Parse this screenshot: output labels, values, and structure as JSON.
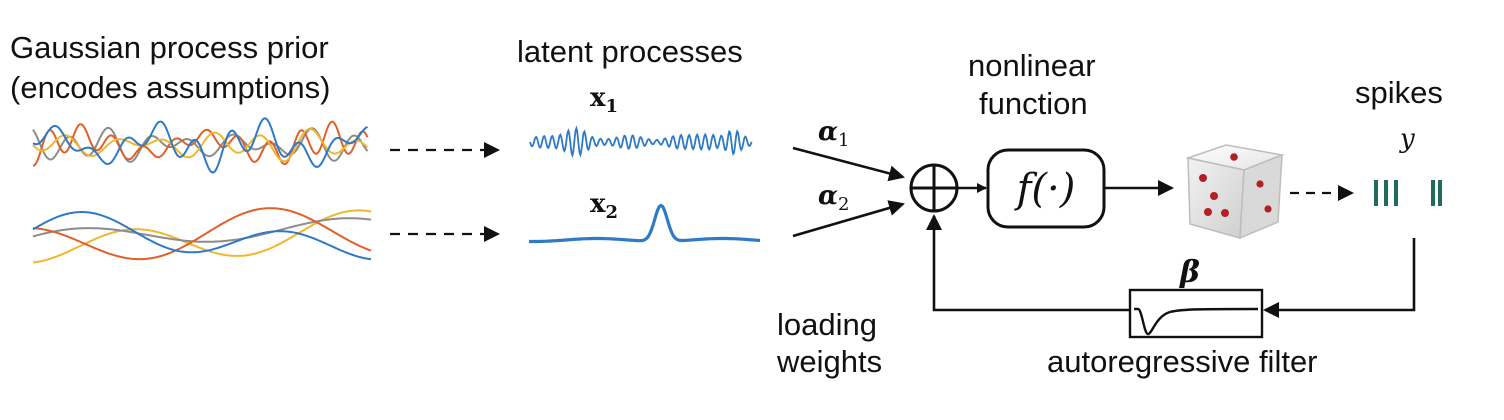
{
  "labels": {
    "gp_prior_line1": "Gaussian process prior",
    "gp_prior_line2": "(encodes assumptions)",
    "latent_title": "latent processes",
    "x1_base": "x",
    "x1_sub": "1",
    "x2_base": "x",
    "x2_sub": "2",
    "alpha1_base": "α",
    "alpha1_sub": "1",
    "alpha2_base": "α",
    "alpha2_sub": "2",
    "nonlinear_line1": "nonlinear",
    "nonlinear_line2": "function",
    "f_symbol": "f(·)",
    "spikes_title": "spikes",
    "y_symbol": "y",
    "beta_symbol": "β",
    "loading_line1": "loading",
    "loading_line2": "weights",
    "ar_filter": "autoregressive filter"
  },
  "colors": {
    "blue": "#2f7ac4",
    "orange": "#e0602a",
    "yellow": "#f2b631",
    "gray": "#8c8c8c",
    "spike": "#1f6b5e",
    "die_pip": "#b21f24",
    "arrow": "#111111"
  },
  "icons": {
    "sum_node": "circle-plus-icon",
    "die": "die-icon"
  }
}
